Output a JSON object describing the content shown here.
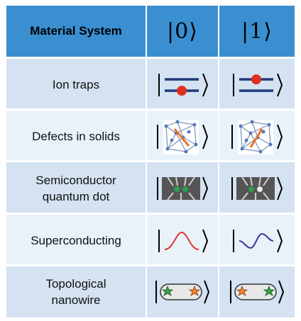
{
  "header": {
    "col1": "Material System",
    "col2": "|0⟩",
    "col3": "|1⟩"
  },
  "rows": [
    {
      "label": "Ion traps"
    },
    {
      "label": "Defects in solids"
    },
    {
      "label_line1": "Semiconductor",
      "label_line2": "quantum dot"
    },
    {
      "label": "Superconducting"
    },
    {
      "label_line1": "Topological",
      "label_line2": "nanowire"
    }
  ],
  "colors": {
    "header_bg": "#3a8fd0",
    "row_dark": "#d4e2f2",
    "row_light": "#e9f1f9",
    "ion_line": "#1f3a7a",
    "ion_dot": "#e03020",
    "wave0": "#e03030",
    "wave1": "#3a3aa0",
    "star_green": "#3aa040",
    "star_orange": "#f08030"
  },
  "icons": {
    "ion_trap": "energy-level-icon",
    "defect": "crystal-lattice-icon",
    "quantum_dot": "quantum-dot-chip-icon",
    "wave": "wave-packet-icon",
    "majorana": "nanowire-star-icon"
  }
}
